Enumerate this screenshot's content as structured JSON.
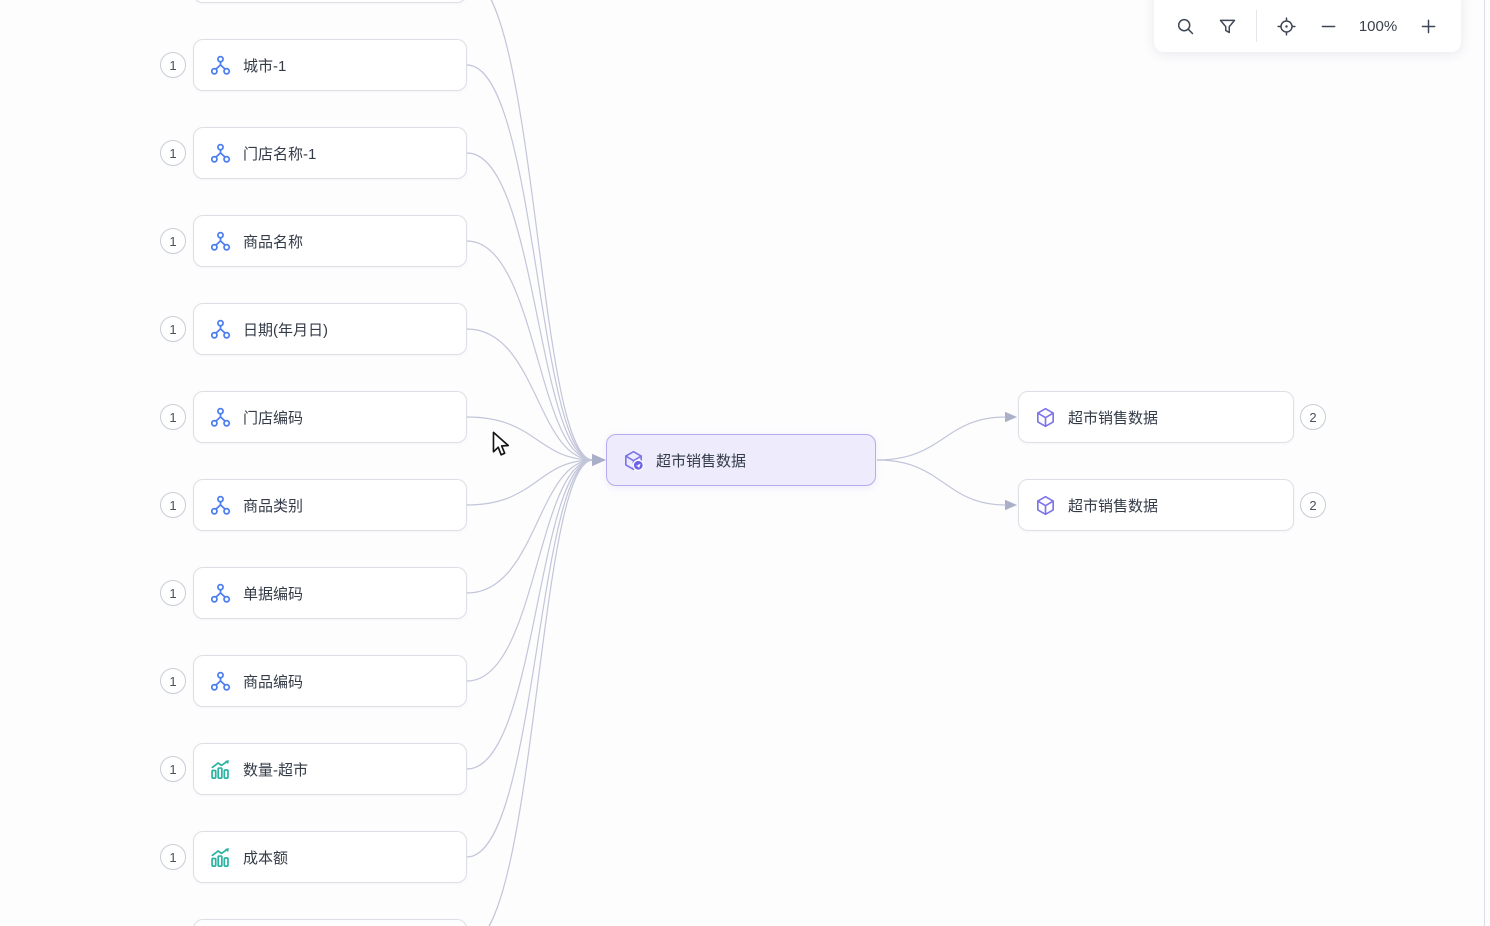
{
  "toolbar": {
    "zoom_level": "100%",
    "icons": [
      "search-icon",
      "filter-icon",
      "locate-icon",
      "zoom-out-icon",
      "zoom-in-icon"
    ]
  },
  "graph": {
    "left_nodes": [
      {
        "label": "城市-1",
        "badge": "1",
        "type": "dimension"
      },
      {
        "label": "门店名称-1",
        "badge": "1",
        "type": "dimension"
      },
      {
        "label": "商品名称",
        "badge": "1",
        "type": "dimension"
      },
      {
        "label": "日期(年月日)",
        "badge": "1",
        "type": "dimension"
      },
      {
        "label": "门店编码",
        "badge": "1",
        "type": "dimension"
      },
      {
        "label": "商品类别",
        "badge": "1",
        "type": "dimension"
      },
      {
        "label": "单据编码",
        "badge": "1",
        "type": "dimension"
      },
      {
        "label": "商品编码",
        "badge": "1",
        "type": "dimension"
      },
      {
        "label": "数量-超市",
        "badge": "1",
        "type": "measure"
      },
      {
        "label": "成本额",
        "badge": "1",
        "type": "measure"
      }
    ],
    "partial_nodes": {
      "top": true,
      "bottom": true
    },
    "center_node": {
      "label": "超市销售数据",
      "type": "dataset",
      "selected": true
    },
    "right_nodes": [
      {
        "label": "超市销售数据",
        "badge": "2",
        "type": "dataset"
      },
      {
        "label": "超市销售数据",
        "badge": "2",
        "type": "dataset"
      }
    ]
  },
  "colors": {
    "dimension_icon": "#4c7df0",
    "measure_icon": "#2bb3a2",
    "dataset_icon": "#7b73e8",
    "center_node_bg": "#edebfc",
    "center_node_border": "#b6abf0",
    "node_border": "#dcdfe6",
    "edge": "#c3c6da",
    "arrow": "#aab0c8",
    "text": "#333b47",
    "toolbar_icon": "#3e4757"
  }
}
